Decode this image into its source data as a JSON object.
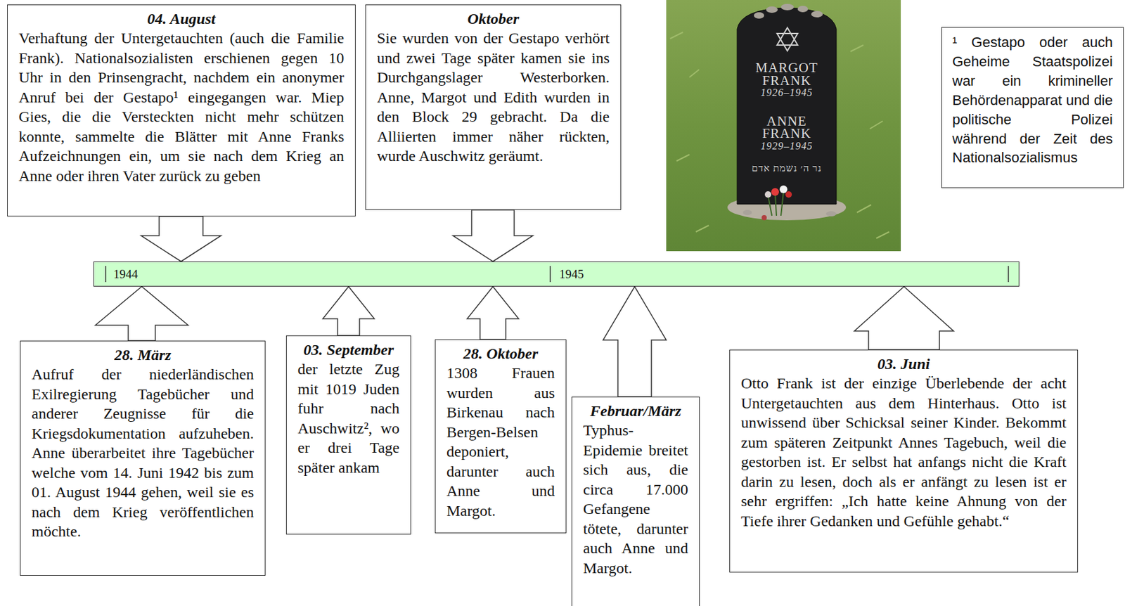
{
  "diagram": {
    "nodes": [
      {
        "text": [
          "04. August",
          "Verhaftung der Untergetauchten (auch die Familie Frank). Nationalsozialisten erschienen gegen 10 Uhr in den Prinsengracht, nachdem ein anonymer Anruf bei der Gestapo¹ eingegangen war. Miep Gies, die die Versteckten nicht mehr schützen konnte, sammelte die Blätter mit Anne Franks Aufzeichnungen ein, um sie nach dem Krieg an Anne oder ihren Vater zurück zu geben"
        ]
      },
      {
        "text": [
          "Oktober",
          "Sie wurden von der Gestapo verhört und zwei Tage später kamen sie ins Durchgangslager Westerborken. Anne, Margot und Edith wurden in den Block 29 gebracht. Da die Alliierten immer näher rückten, wurde Auschwitz geräumt."
        ]
      },
      {
        "text": [
          "¹ Gestapo oder auch Geheime Staatspolizei war ein krimineller Behördenapparat und die politische Polizei während der Zeit des Nationalsozialismus"
        ]
      },
      {
        "text": [
          "1944",
          "1945"
        ]
      },
      {
        "text": [
          "28. März",
          "Aufruf der niederländischen Exilregierung Tagebücher und anderer Zeugnisse für die Kriegsdokumentation aufzuheben. Anne überarbeitet ihre Tagebücher welche vom 14. Juni 1942 bis zum 01. August 1944 gehen, weil sie es nach dem Krieg veröffentlichen möchte."
        ]
      },
      {
        "text": [
          "03. September",
          "der letzte Zug mit 1019 Juden fuhr nach Auschwitz², wo er drei Tage später ankam"
        ]
      },
      {
        "text": [
          "28. Oktober",
          "1308 Frauen wurden aus Birkenau nach Bergen-Belsen deponiert, darunter auch Anne und Margot."
        ]
      },
      {
        "text": [
          "Februar/März",
          "Typhus-Epidemie breitet sich aus, die circa 17.000 Gefangene tötete, darunter auch Anne und Margot."
        ]
      },
      {
        "text": [
          "03. Juni",
          "Otto Frank ist der einzige Überlebende der acht Untergetauchten aus dem Hinterhaus. Otto ist unwissend über Schicksal seiner Kinder. Bekommt zum späteren Zeitpunkt Annes Tagebuch, weil die gestorben ist. Er selbst hat anfangs nicht die Kraft darin zu lesen, doch als er anfängt zu lesen ist er sehr ergriffen: „Ich hatte keine Ahnung von der Tiefe ihrer Gedanken und Gefühle gehabt.“"
        ]
      }
    ],
    "edges": [
      {
        "from": 0,
        "to": 3,
        "arrow": "to"
      },
      {
        "from": 1,
        "to": 3,
        "arrow": "to"
      },
      {
        "from": 4,
        "to": 3,
        "arrow": "to"
      },
      {
        "from": 5,
        "to": 3,
        "arrow": "to"
      },
      {
        "from": 6,
        "to": 3,
        "arrow": "to"
      },
      {
        "from": 7,
        "to": 3,
        "arrow": "to"
      },
      {
        "from": 8,
        "to": 3,
        "arrow": "to"
      }
    ],
    "labels": [
      "MARGOT",
      "FRANK",
      "1926–1945",
      "ANNE",
      "FRANK",
      "1929–1945",
      "נר ה׳ נשמת אדם"
    ]
  }
}
